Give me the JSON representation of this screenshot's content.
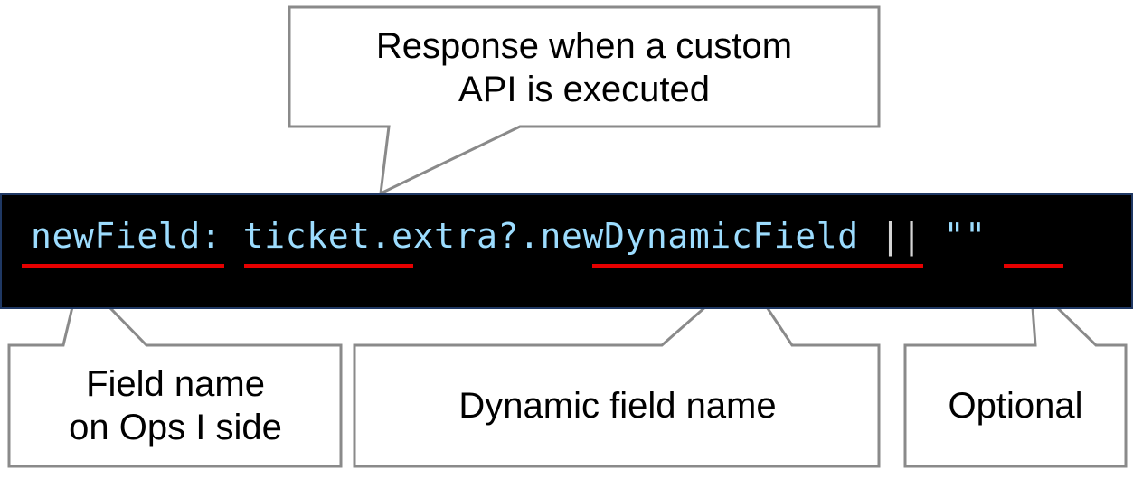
{
  "code": {
    "field_key": "newField:",
    "object_path": "ticket.",
    "extra_chain": "extra?.",
    "dynamic_field": "newDynamicField",
    "or_operator": "||",
    "default_string": "\"\""
  },
  "callouts": {
    "response": {
      "line1": "Response when a custom",
      "line2": "API is executed"
    },
    "field_name": {
      "line1": "Field name",
      "line2": "on Ops I side"
    },
    "dynamic_field_name": {
      "text": "Dynamic field name"
    },
    "optional": {
      "text": "Optional"
    }
  },
  "colors": {
    "code_background": "#000000",
    "code_identifier": "#9cdcfe",
    "code_operator": "#d4d4d4",
    "code_string": "#ce9178",
    "underline": "#e60000",
    "callout_border": "#8a8a8a"
  }
}
